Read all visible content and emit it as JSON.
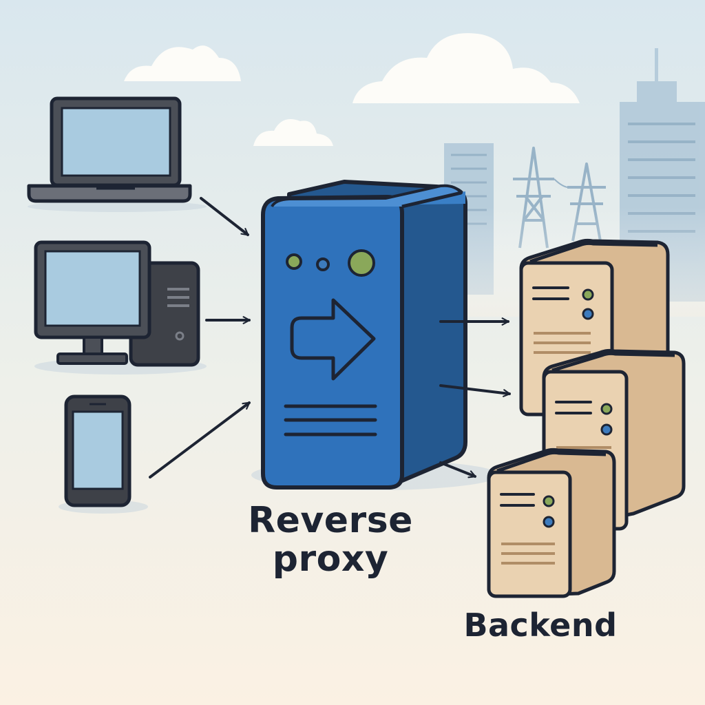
{
  "labels": {
    "reverse_proxy": "Reverse\nproxy",
    "backend": "Backend"
  },
  "colors": {
    "background_top": "#dce8ef",
    "background_bottom": "#fbf1e4",
    "proxy_blue": "#2f72bb",
    "server_beige": "#ead2b1",
    "outline": "#1d2433",
    "screen_blue": "#a9cbe0",
    "led_green": "#8aa85a",
    "led_blue": "#3d7bbd"
  },
  "clients": [
    {
      "kind": "laptop",
      "icon": "laptop-icon"
    },
    {
      "kind": "desktop",
      "icon": "desktop-computer-icon"
    },
    {
      "kind": "phone",
      "icon": "smartphone-icon"
    }
  ],
  "backend_servers": [
    {
      "icon": "server-icon"
    },
    {
      "icon": "server-icon"
    },
    {
      "icon": "server-icon"
    }
  ]
}
